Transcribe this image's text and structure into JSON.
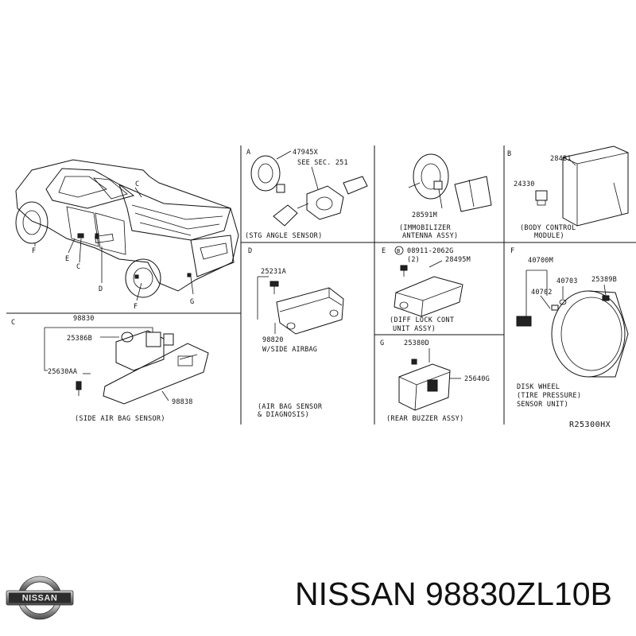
{
  "footer": {
    "brand_logo_text": "NISSAN",
    "part_number_caption": "NISSAN 98830ZL10B"
  },
  "diagram": {
    "ref_code": "R25300HX",
    "vehicle": {
      "callouts": [
        "C",
        "F",
        "E",
        "C",
        "D",
        "F",
        "G"
      ]
    },
    "panel_a": {
      "letter": "A",
      "part_number": "47945X",
      "note": "SEE SEC. 251",
      "caption": "(STG ANGLE SENSOR)"
    },
    "panel_immobilizer": {
      "part_number": "28591M",
      "caption_line1": "(IMMOBILIZER",
      "caption_line2": "ANTENNA ASSY)"
    },
    "panel_b": {
      "letter": "B",
      "part_number_1": "284B1",
      "part_number_2": "24330",
      "caption_line1": "(BODY CONTROL",
      "caption_line2": "MODULE)"
    },
    "panel_c": {
      "letter": "C",
      "part_number_1": "98830",
      "part_number_2": "25386B",
      "part_number_3": "25630AA",
      "part_number_4": "98838",
      "caption": "(SIDE AIR BAG SENSOR)"
    },
    "panel_d": {
      "letter": "D",
      "part_number_1": "25231A",
      "part_number_2": "98820",
      "note": "W/SIDE AIRBAG",
      "caption_line1": "(AIR BAG SENSOR",
      "caption_line2": "& DIAGNOSIS)"
    },
    "panel_e": {
      "letter": "E",
      "bolt_symbol": "B",
      "part_number_1": "08911-2062G",
      "quantity": "(2)",
      "part_number_2": "28495M",
      "caption_line1": "(DIFF LOCK CONT",
      "caption_line2": "UNIT ASSY)"
    },
    "panel_f": {
      "letter": "F",
      "part_number_1": "40700M",
      "part_number_2": "40703",
      "part_number_3": "25389B",
      "part_number_4": "40702",
      "caption_line1": "DISK WHEEL",
      "caption_line2": "(TIRE PRESSURE)",
      "caption_line3": "SENSOR UNIT)"
    },
    "panel_g": {
      "letter": "G",
      "part_number_1": "25380D",
      "part_number_2": "25640G",
      "caption": "(REAR BUZZER ASSY)"
    }
  }
}
